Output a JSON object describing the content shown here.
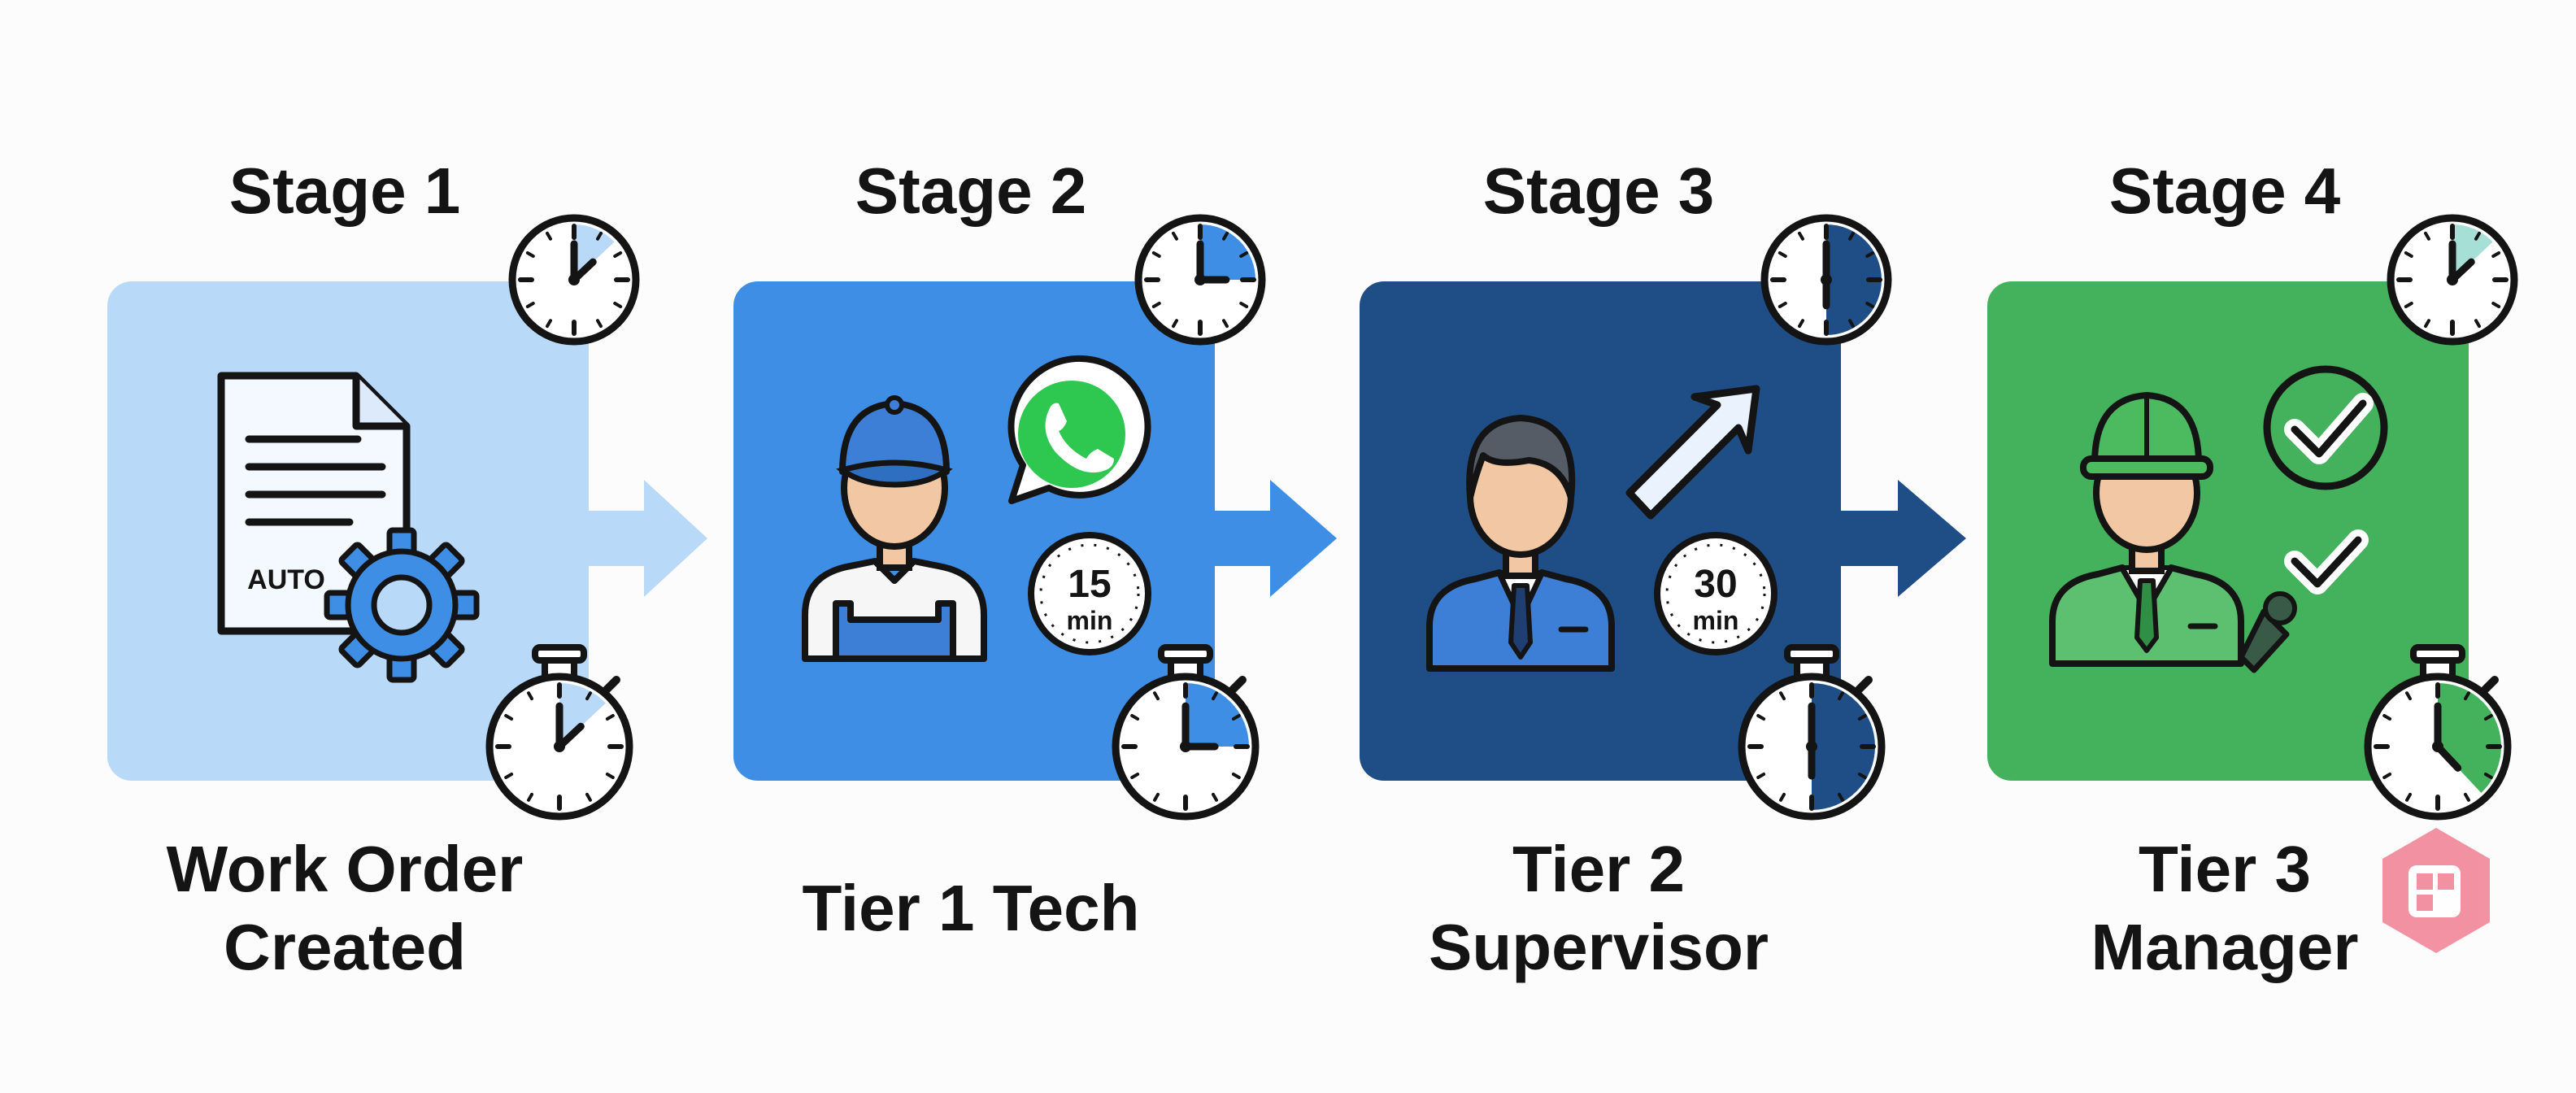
{
  "stages": [
    {
      "heading": "Stage 1",
      "caption_lines": [
        "Work Order",
        "Created"
      ],
      "color": "#b8d9f8",
      "arrow_color": "#b8d9f8",
      "icons": [
        "document-icon",
        "gear-icon",
        "clock-icon",
        "stopwatch-icon"
      ],
      "doc_label": "AUTO"
    },
    {
      "heading": "Stage 2",
      "caption_lines": [
        "Tier 1 Tech"
      ],
      "color": "#3d8ee4",
      "arrow_color": "#3d8ee4",
      "icons": [
        "technician-icon",
        "whatsapp-icon",
        "timer-icon",
        "clock-icon",
        "stopwatch-icon"
      ],
      "timer_value": "15",
      "timer_unit": "min"
    },
    {
      "heading": "Stage 3",
      "caption_lines": [
        "Tier 2",
        "Supervisor"
      ],
      "color": "#1f4e87",
      "arrow_color": "#1f4e87",
      "icons": [
        "supervisor-icon",
        "escalate-arrow-icon",
        "timer-icon",
        "clock-icon",
        "stopwatch-icon"
      ],
      "timer_value": "30",
      "timer_unit": "min"
    },
    {
      "heading": "Stage 4",
      "caption_lines": [
        "Tier 3",
        "Manager"
      ],
      "color": "#44b25c",
      "icons": [
        "manager-hardhat-icon",
        "checkmark-icon",
        "approval-pen-icon",
        "clock-icon",
        "stopwatch-icon"
      ]
    }
  ],
  "colors": {
    "outline": "#141414",
    "skin": "#f2c7a3",
    "whatsapp": "#2ec74f",
    "watermark": "#f07f93"
  },
  "progress": {
    "clock_fraction": [
      0.13,
      0.25,
      0.5,
      0.13
    ],
    "stopwatch_fraction": [
      0.13,
      0.25,
      0.5,
      0.38
    ]
  }
}
